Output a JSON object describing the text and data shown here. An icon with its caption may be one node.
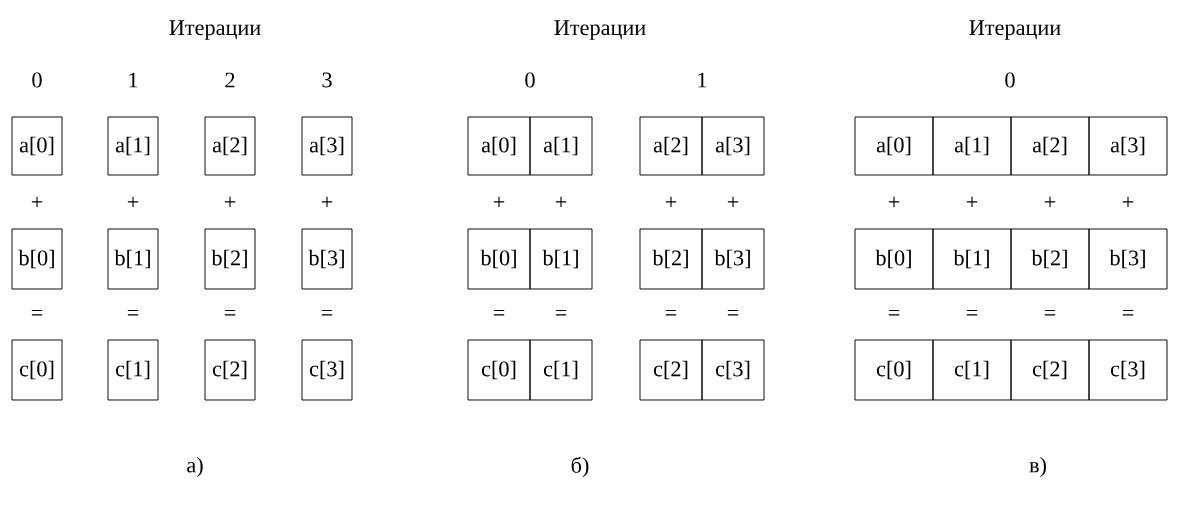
{
  "diagram": {
    "nodes": [
      {
        "text": [
          "a[0]"
        ]
      },
      {
        "text": [
          "a[1]"
        ]
      },
      {
        "text": [
          "a[2]"
        ]
      },
      {
        "text": [
          "a[3]"
        ]
      },
      {
        "text": [
          "b[0]"
        ]
      },
      {
        "text": [
          "b[1]"
        ]
      },
      {
        "text": [
          "b[2]"
        ]
      },
      {
        "text": [
          "b[3]"
        ]
      },
      {
        "text": [
          "c[0]"
        ]
      },
      {
        "text": [
          "c[1]"
        ]
      },
      {
        "text": [
          "c[2]"
        ]
      },
      {
        "text": [
          "c[3]"
        ]
      },
      {
        "text": [
          "a[0]"
        ]
      },
      {
        "text": [
          "a[1]"
        ]
      },
      {
        "text": [
          "a[2]"
        ]
      },
      {
        "text": [
          "a[3]"
        ]
      },
      {
        "text": [
          "b[0]"
        ]
      },
      {
        "text": [
          "b[1]"
        ]
      },
      {
        "text": [
          "b[2]"
        ]
      },
      {
        "text": [
          "b[3]"
        ]
      },
      {
        "text": [
          "c[0]"
        ]
      },
      {
        "text": [
          "c[1]"
        ]
      },
      {
        "text": [
          "c[2]"
        ]
      },
      {
        "text": [
          "c[3]"
        ]
      },
      {
        "text": [
          "a[0]"
        ]
      },
      {
        "text": [
          "a[1]"
        ]
      },
      {
        "text": [
          "a[2]"
        ]
      },
      {
        "text": [
          "a[3]"
        ]
      },
      {
        "text": [
          "b[0]"
        ]
      },
      {
        "text": [
          "b[1]"
        ]
      },
      {
        "text": [
          "b[2]"
        ]
      },
      {
        "text": [
          "b[3]"
        ]
      },
      {
        "text": [
          "c[0]"
        ]
      },
      {
        "text": [
          "c[1]"
        ]
      },
      {
        "text": [
          "c[2]"
        ]
      },
      {
        "text": [
          "c[3]"
        ]
      }
    ],
    "labels": [
      "Итерации",
      "0",
      "1",
      "2",
      "3",
      "+",
      "+",
      "+",
      "+",
      "=",
      "=",
      "=",
      "=",
      "а)",
      "Итерации",
      "0",
      "1",
      "+",
      "+",
      "+",
      "+",
      "=",
      "=",
      "=",
      "=",
      "б)",
      "Итерации",
      "0",
      "+",
      "+",
      "+",
      "+",
      "=",
      "=",
      "=",
      "=",
      "в)"
    ]
  }
}
